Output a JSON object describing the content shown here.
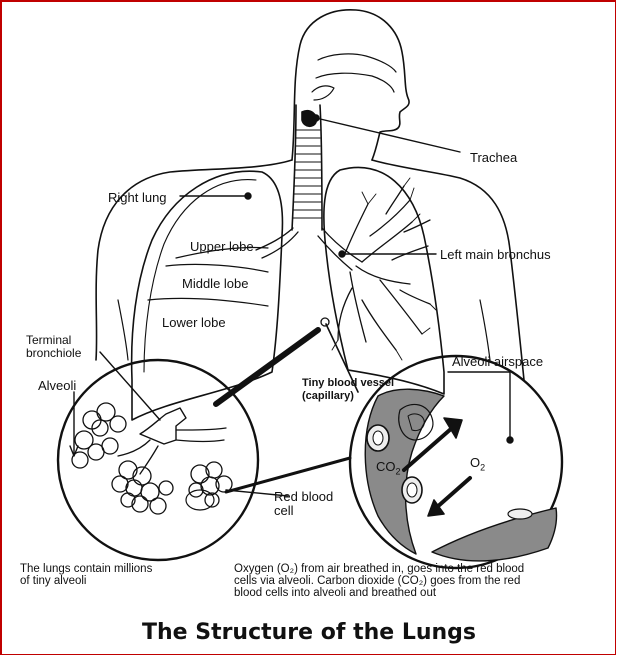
{
  "figure": {
    "title": "The Structure of the Lungs",
    "border_color": "#c00000"
  },
  "labels": {
    "trachea": "Trachea",
    "right_lung": "Right lung",
    "upper_lobe": "Upper lobe",
    "middle_lobe": "Middle lobe",
    "lower_lobe": "Lower lobe",
    "left_main_bronchus": "Left main bronchus",
    "terminal_bronchiole_line1": "Terminal",
    "terminal_bronchiole_line2": "bronchiole",
    "alveoli": "Alveoli",
    "alveoli_airspace": "Alveoli airspace",
    "capillary_line1": "Tiny blood vessel",
    "capillary_line2": "(capillary)",
    "red_blood_cell_line1": "Red blood",
    "red_blood_cell_line2": "cell",
    "co2": "CO",
    "co2_sub": "2",
    "o2": "O",
    "o2_sub": "2"
  },
  "captions": {
    "left_line1": "The lungs contain millions",
    "left_line2": "of tiny alveoli",
    "right_line1": "Oxygen (O₂) from air breathed in, goes into the red blood",
    "right_line2": "cells via alveoli.  Carbon dioxide (CO₂) goes from the red",
    "right_line3": "blood cells into alveoli and breathed out"
  }
}
